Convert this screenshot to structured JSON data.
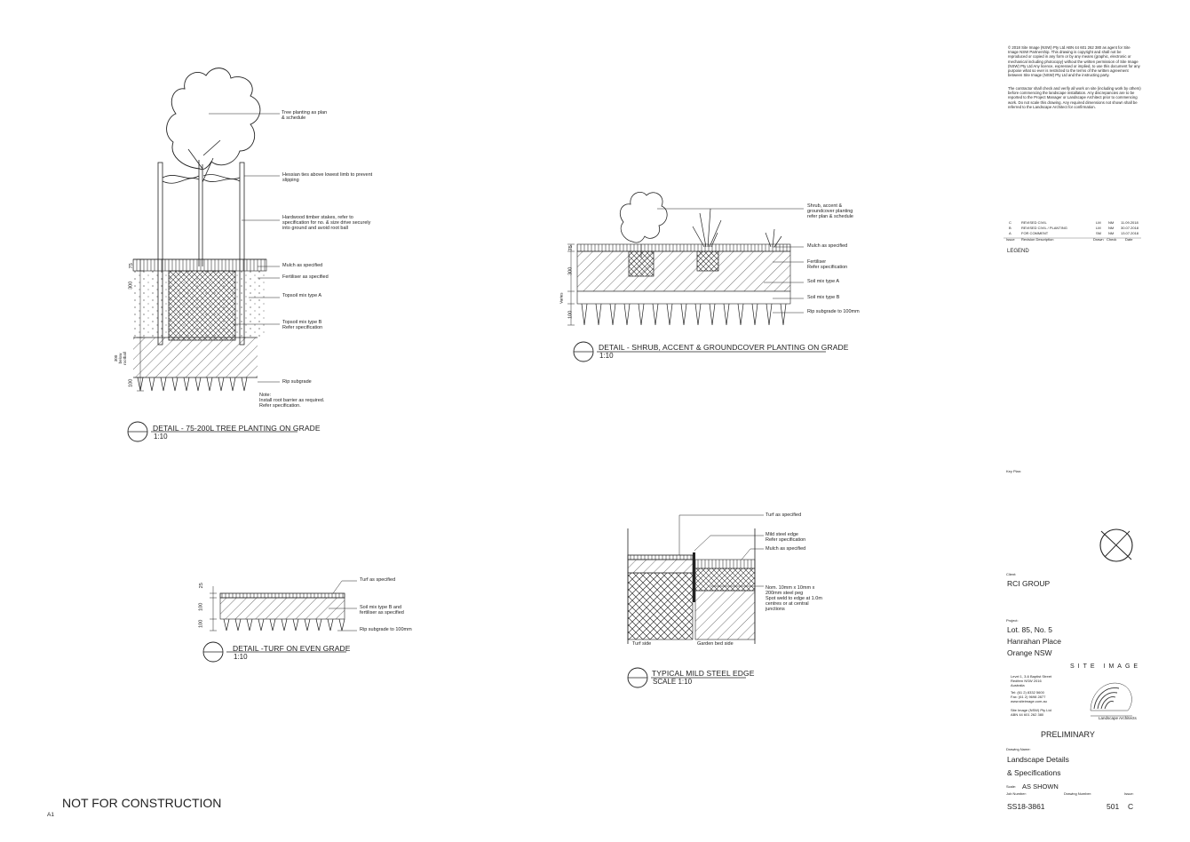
{
  "notice": {
    "copyright": "© 2018 Site Image (NSW) Pty Ltd ABN 44 601 262 380 as agent for Site Image NSW Partnership. This drawing is copyright and shall not be reproduced or copied in any form or by any means (graphic, electronic or mechanical including photocopy) without the written permission of Site Image (NSW) Pty Ltd Any licence, expressed or implied, to use this document for any purpose what so ever is restricted to the terms of the written agreement between Site Image (NSW) Pty Ltd and the instructing party.",
    "contractor": "The contractor shall check and verify all work on site (including work by others) before commencing the landscape installation. Any discrepancies are to be reported to the Project Manager or Landscape Architect prior to commencing work. Do not scale this drawing. Any required dimensions not shown shall be referred to the Landscape Architect for confirmation."
  },
  "revisions": {
    "rows": [
      {
        "issue": "C",
        "desc": "REVISED CIVIL",
        "drawn": "LM",
        "check": "NM",
        "date": "11.09.2018"
      },
      {
        "issue": "B",
        "desc": "REVISED CIVIL / PLANTING",
        "drawn": "LM",
        "check": "NM",
        "date": "30.07.2018"
      },
      {
        "issue": "A",
        "desc": "FOR COMMENT",
        "drawn": "SM",
        "check": "NM",
        "date": "13.07.2018"
      }
    ],
    "headers": {
      "issue": "Issue",
      "desc": "Revision Description",
      "drawn": "Drawn",
      "check": "Check",
      "date": "Date"
    }
  },
  "legend_label": "LEGEND",
  "keyplan_label": "Key Plan:",
  "client": {
    "label": "Client:",
    "name": "RCI GROUP"
  },
  "project": {
    "label": "Project:",
    "line1": "Lot. 85, No. 5",
    "line2": "Hanrahan Place",
    "line3": "Orange NSW"
  },
  "firm": {
    "name": "SITE IMAGE",
    "address1": "Level 1, 3-6 Baptist Street",
    "address2": "Redfern NSW 2016",
    "address3": "Australia",
    "tel": "Tel:  (61 2) 8332 5600",
    "fax": "Fax: (61 2) 9698 2877",
    "web": "www.siteimage.com.au",
    "entity1": "Site Image (NSW) Pty Ltd",
    "entity2": "ABN 44 601 262 380",
    "tagline": "Landscape Architects"
  },
  "status": "PRELIMINARY",
  "drawing": {
    "label": "Drawing Name:",
    "name1": "Landscape Details",
    "name2": "& Specifications",
    "scale_label": "Scale:",
    "scale": "AS SHOWN",
    "job_label": "Job Number:",
    "job": "SS18-3861",
    "number_label": "Drawing Number:",
    "number": "501",
    "issue_label": "Issue:",
    "issue": "C"
  },
  "footer": {
    "notice": "NOT FOR CONSTRUCTION",
    "sheet_size": "A1"
  },
  "details": {
    "tree": {
      "title": "DETAIL - 75-200L TREE PLANTING ON GRADE",
      "scale": "1:10",
      "labels": {
        "tree": "Tree planting as plan\n& schedule",
        "hessian": "Hessian ties above lowest limb to prevent\nslipping",
        "stakes": "Hardwood timber stakes, refer to\nspecification for no. & size drive securely\ninto ground and avoid root ball",
        "mulch": "Mulch as specified",
        "fertiliser": "Fertiliser as specified",
        "topsoilA": "Topsoil mix type A",
        "topsoilB": "Topsoil mix type B\nRefer specification",
        "rip": "Rip subgrade",
        "note": "Note:\nInstall root barrier as required.\nRefer specification."
      },
      "dims": {
        "d75": "75",
        "d300": "300",
        "d300b": "300\nbelow\nrootball",
        "d100": "100"
      }
    },
    "shrub": {
      "title": "DETAIL - SHRUB, ACCENT & GROUNDCOVER PLANTING ON GRADE",
      "scale": "1:10",
      "labels": {
        "shrub": "Shrub, accent &\ngroundcover planting\nrefer plan & schedule",
        "mulch": "Mulch as specified",
        "fertiliser": "Fertiliser\nRefer specification",
        "soilA": "Soil mix type A",
        "soilB": "Soil mix type B",
        "rip": "Rip subgrade to 100mm"
      },
      "dims": {
        "d75": "75",
        "d300": "300",
        "dvaries": "Varies",
        "d100": "100"
      }
    },
    "turf": {
      "title": "DETAIL -TURF ON EVEN GRADE",
      "scale": "1:10",
      "labels": {
        "turf": "Turf as specified",
        "soil": "Soil mix type B and\nfertiliser as specified",
        "rip": "Rip subgrade to 100mm"
      },
      "dims": {
        "d25": "25",
        "d100": "100",
        "d100b": "100"
      }
    },
    "edge": {
      "title": "TYPICAL MILD STEEL EDGE",
      "scale": "SCALE 1:10",
      "labels": {
        "turf": "Turf as specified",
        "edge": "Mild steel edge\nRefer specification",
        "mulch": "Mulch as specified",
        "peg": "Nom. 10mm x 10mm x\n200mm steel peg\nSpot weld to edge at 1.0m\ncentres or at central\njunctions",
        "turfside": "Turf side",
        "gardenside": "Garden bed side"
      }
    }
  }
}
